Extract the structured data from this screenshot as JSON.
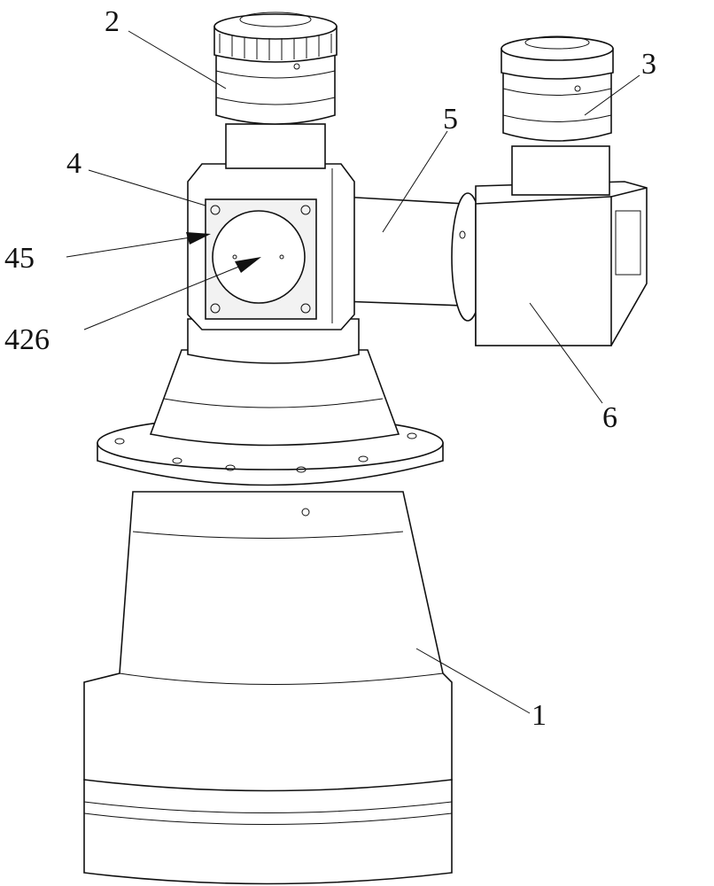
{
  "figure": {
    "labels": {
      "eyepiece_left": "2",
      "eyepiece_right": "3",
      "connecting_tube": "5",
      "housing_block": "4",
      "plate": "45",
      "window": "426",
      "prism_box": "6",
      "main_barrel": "1"
    },
    "colors": {
      "line": "#111111",
      "background": "#ffffff"
    }
  }
}
